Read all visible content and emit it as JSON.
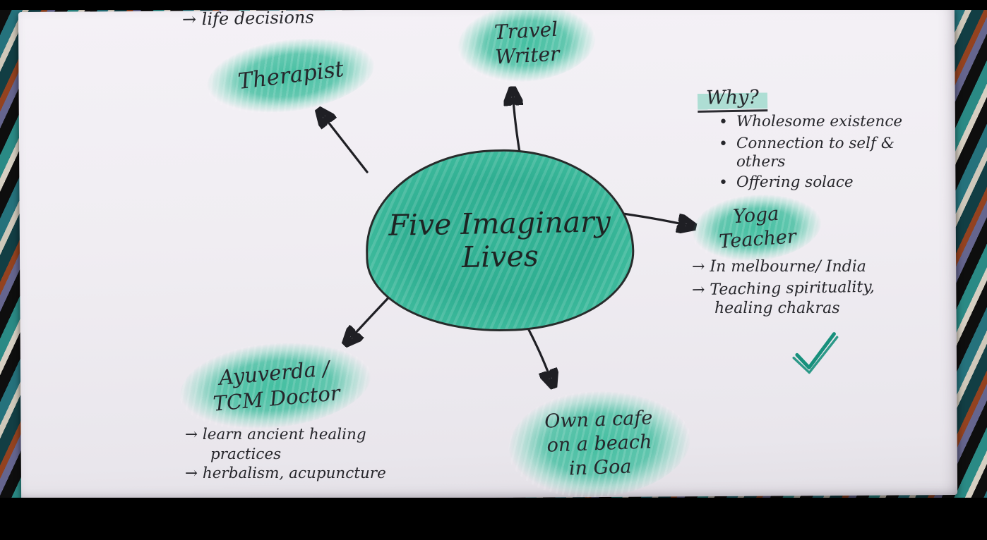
{
  "title": "Five Imaginary Lives mind map",
  "colors": {
    "highlight_green": "#3abc9c",
    "center_green": "#2eae91",
    "ink": "#26262b",
    "paper": "#f0edf2",
    "check_green": "#17907c"
  },
  "center": {
    "line1": "Five Imaginary",
    "line2": "Lives"
  },
  "top_note": "→ life decisions",
  "therapist": {
    "label": "Therapist"
  },
  "travel_writer": {
    "line1": "Travel",
    "line2": "Writer"
  },
  "why": {
    "heading": "Why?",
    "bullets": [
      "Wholesome existence",
      "Connection to self & others",
      "Offering solace"
    ]
  },
  "yoga": {
    "line1": "Yoga",
    "line2": "Teacher",
    "note1": "→ In melbourne/ India",
    "note2": "→ Teaching spirituality,",
    "note3": "healing chakras"
  },
  "ayurveda": {
    "line1": "Ayuverda /",
    "line2": "TCM Doctor",
    "note1": "→ learn ancient healing",
    "note2": "practices",
    "note3": "→ herbalism, acupuncture"
  },
  "cafe": {
    "line1": "Own a cafe",
    "line2": "on a beach",
    "line3": "in Goa"
  }
}
